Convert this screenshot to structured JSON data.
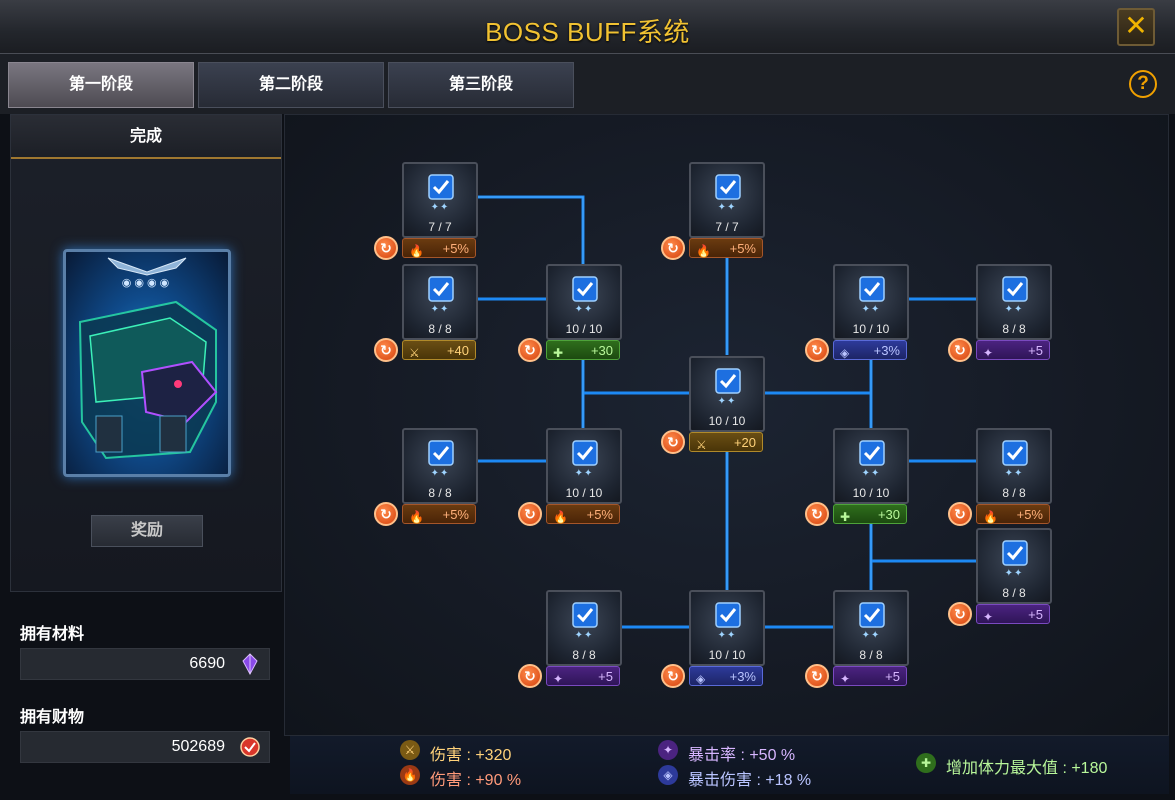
{
  "window": {
    "title": "BOSS BUFF系统",
    "close_glyph": "✕",
    "help_glyph": "?"
  },
  "tabs": [
    {
      "label": "第一阶段",
      "active": true
    },
    {
      "label": "第二阶段",
      "active": false
    },
    {
      "label": "第三阶段",
      "active": false
    }
  ],
  "left": {
    "status": "完成",
    "reward_label": "奖励",
    "materials_label": "拥有材料",
    "materials_value": "6690",
    "wealth_label": "拥有财物",
    "wealth_value": "502689"
  },
  "nodes": [
    {
      "id": "n1",
      "count": "7 / 7",
      "bonus": "+5%",
      "kind": "fire"
    },
    {
      "id": "n2",
      "count": "7 / 7",
      "bonus": "+5%",
      "kind": "fire"
    },
    {
      "id": "n3",
      "count": "8 / 8",
      "bonus": "+40",
      "kind": "sword"
    },
    {
      "id": "n4",
      "count": "10 / 10",
      "bonus": "+30",
      "kind": "health"
    },
    {
      "id": "n5",
      "count": "10 / 10",
      "bonus": "+3%",
      "kind": "critdmg"
    },
    {
      "id": "n6",
      "count": "8 / 8",
      "bonus": "+5",
      "kind": "critrate"
    },
    {
      "id": "n7",
      "count": "10 / 10",
      "bonus": "+20",
      "kind": "sword"
    },
    {
      "id": "n8",
      "count": "8 / 8",
      "bonus": "+5%",
      "kind": "fire"
    },
    {
      "id": "n9",
      "count": "10 / 10",
      "bonus": "+5%",
      "kind": "fire"
    },
    {
      "id": "n10",
      "count": "10 / 10",
      "bonus": "+30",
      "kind": "health"
    },
    {
      "id": "n11",
      "count": "8 / 8",
      "bonus": "+5%",
      "kind": "fire"
    },
    {
      "id": "n12",
      "count": "8 / 8",
      "bonus": "+5",
      "kind": "critrate"
    },
    {
      "id": "n13",
      "count": "8 / 8",
      "bonus": "+5",
      "kind": "critrate"
    },
    {
      "id": "n14",
      "count": "10 / 10",
      "bonus": "+3%",
      "kind": "critdmg"
    },
    {
      "id": "n15",
      "count": "8 / 8",
      "bonus": "+5",
      "kind": "critrate"
    }
  ],
  "stats": {
    "damage_flat": "伤害 : +320",
    "damage_pct": "伤害 : +90 %",
    "crit_rate": "暴击率 : +50 %",
    "crit_damage": "暴击伤害 : +18 %",
    "max_stamina": "增加体力最大值 : +180"
  },
  "colors": {
    "title": "#f1c232",
    "line": "#1e8fff",
    "fire": "#ffb07a",
    "sword": "#ffd27a",
    "health": "#b8f79a",
    "critrate": "#d7b6ff",
    "critdmg": "#b9c4ff"
  },
  "icons": {
    "fire": "fire-icon",
    "sword": "sword-icon",
    "health": "health-plus-icon",
    "critrate": "crit-rate-icon",
    "critdmg": "crit-damage-icon",
    "check": "check-icon",
    "refresh": "refresh-icon",
    "material": "crystal-icon",
    "wealth": "currency-icon"
  }
}
